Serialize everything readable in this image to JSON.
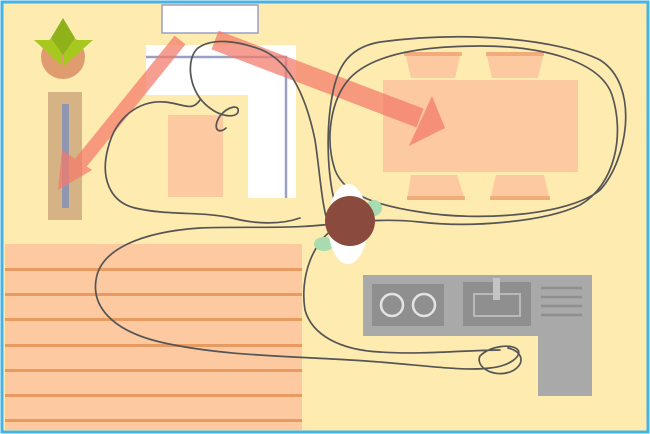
{
  "scene": {
    "kind": "kitchen floor plan illustration",
    "colors": {
      "floor": "#fdebb0",
      "frame": "#45b3e6",
      "wood_rug": "#fcc9a0",
      "wood_line": "#e89a60",
      "furniture": "#fcc9a0",
      "counter_white": "#ffffff",
      "counter_line": "#9aa0c3",
      "arrow": "#f57a6a",
      "appliance": "#a9a9a9",
      "appliance_dark": "#8f8f8f",
      "person_head": "#8a4a3e",
      "person_shoulders": "#ffffff",
      "person_hands": "#a8dcb0",
      "plant_leaves": "#a7c91f",
      "plant_pot": "#e09c6e",
      "trail": "#555555"
    },
    "icons": [
      "plant-icon",
      "person-icon",
      "stovetop-icon",
      "sink-icon",
      "faucet-icon"
    ],
    "elements": [
      "window",
      "potted-plant",
      "wall-shelf",
      "l-shaped-counter",
      "counter-cabinet",
      "dining-table",
      "dining-chair",
      "wood-floor-rug",
      "kitchen-counter",
      "stovetop",
      "sink",
      "movement-trail",
      "movement-arrows"
    ]
  }
}
